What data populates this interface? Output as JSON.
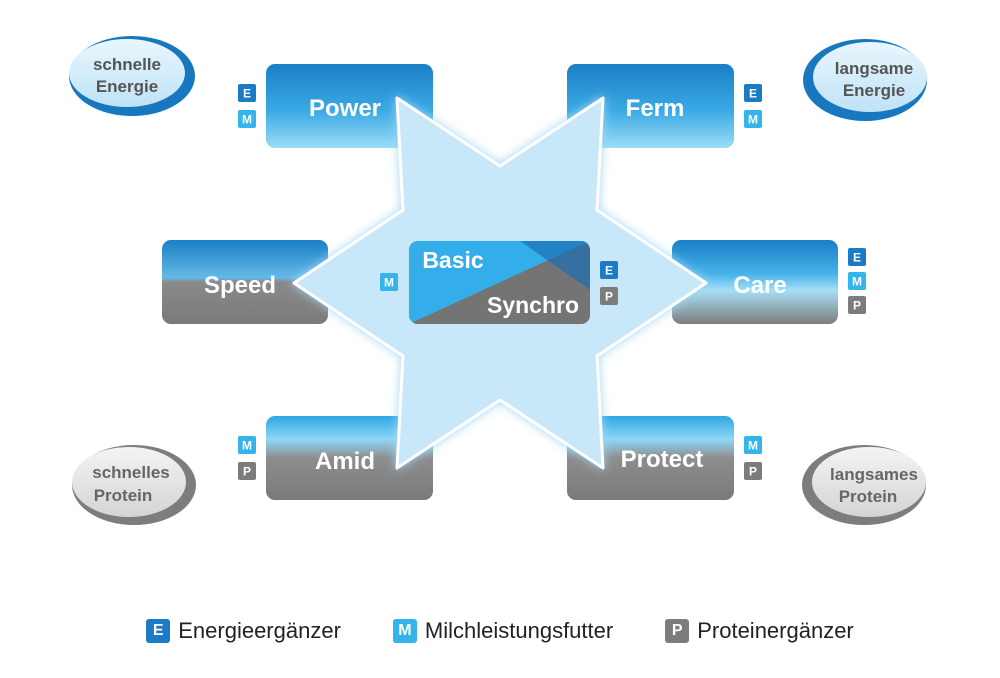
{
  "colors": {
    "energy": "#1b7bc4",
    "milk": "#35b4ec",
    "protein": "#7c7c7c",
    "box_blue_top": "#1a7fc6",
    "box_blue_bottom": "#8fd7f6",
    "box_gray": "#8a8a8a",
    "star_fill": "#c8e7f8",
    "star_stroke": "#ffffff"
  },
  "badges": {
    "energy": "E",
    "milk": "M",
    "protein": "P"
  },
  "ellipses": {
    "top_left": {
      "line1": "schnelle",
      "line2": "Energie"
    },
    "top_right": {
      "line1": "langsame",
      "line2": "Energie"
    },
    "bottom_left": {
      "line1": "schnelles",
      "line2": "Protein"
    },
    "bottom_right": {
      "line1": "langsames",
      "line2": "Protein"
    }
  },
  "nodes": {
    "power": {
      "label": "Power",
      "badges": [
        "E",
        "M"
      ]
    },
    "ferm": {
      "label": "Ferm",
      "badges": [
        "E",
        "M"
      ]
    },
    "speed": {
      "label": "Speed",
      "badges": [
        "M"
      ]
    },
    "care": {
      "label": "Care",
      "badges": [
        "E",
        "M",
        "P"
      ]
    },
    "amid": {
      "label": "Amid",
      "badges": [
        "M",
        "P"
      ]
    },
    "protect": {
      "label": "Protect",
      "badges": [
        "M",
        "P"
      ]
    },
    "center": {
      "label_top": "Basic",
      "label_bottom": "Synchro",
      "badges": [
        "E",
        "P"
      ]
    }
  },
  "legend": [
    {
      "badge": "E",
      "label": "Energieergänzer",
      "color_key": "energy"
    },
    {
      "badge": "M",
      "label": "Milchleistungsfutter",
      "color_key": "milk"
    },
    {
      "badge": "P",
      "label": "Proteinergänzer",
      "color_key": "protein"
    }
  ]
}
